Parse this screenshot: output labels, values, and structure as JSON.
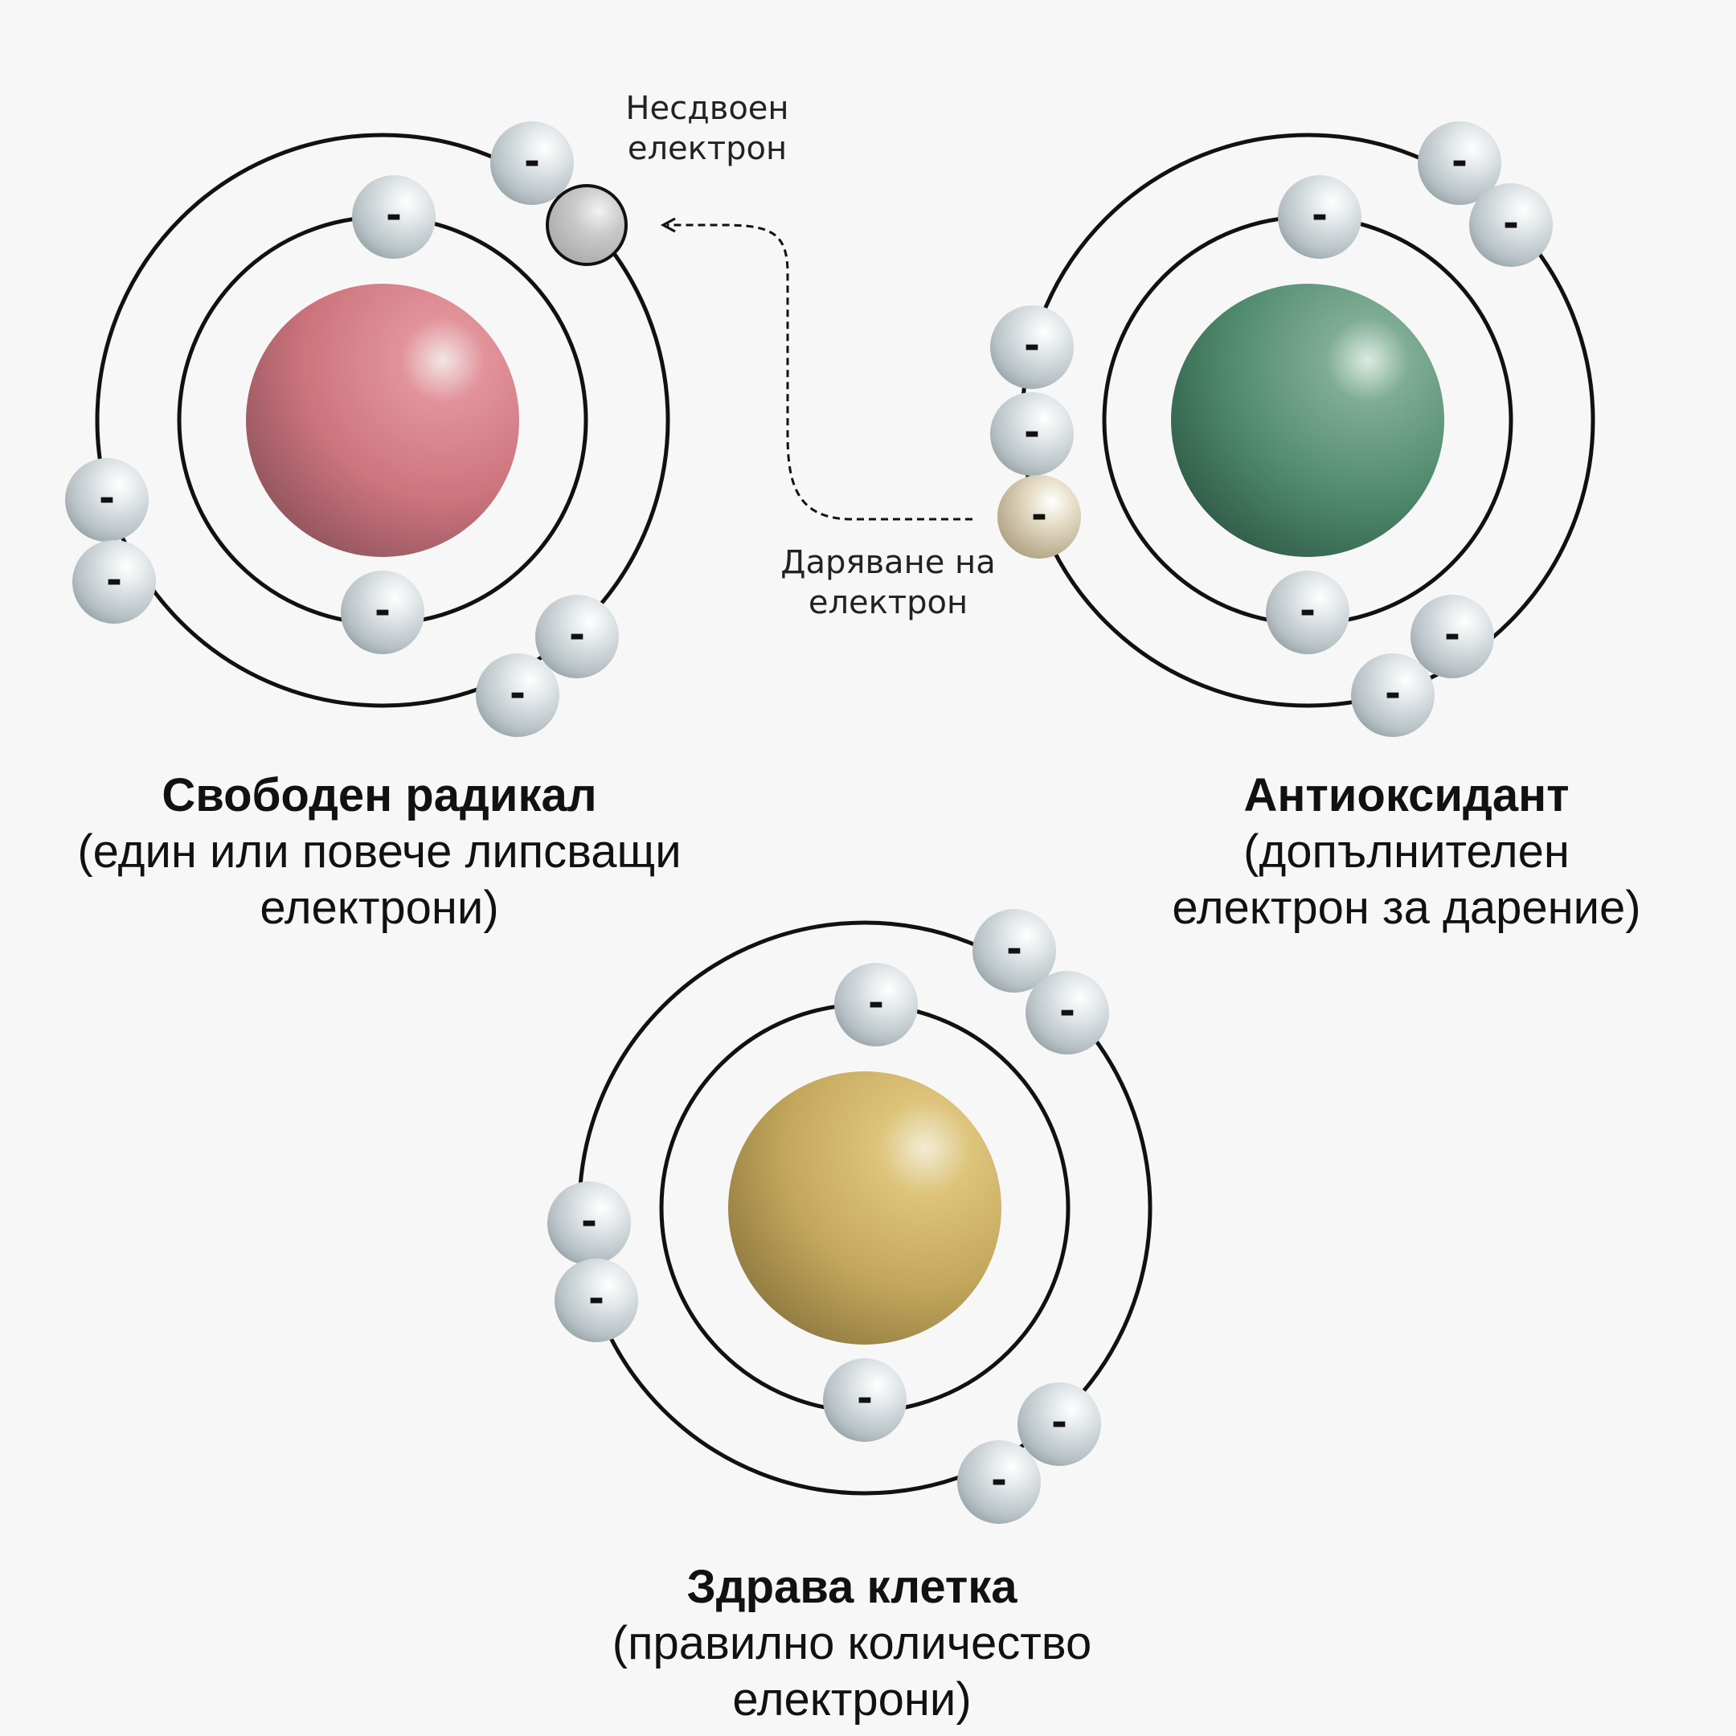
{
  "labels": {
    "unpaired_electron": {
      "line1": "Несдвоен",
      "line2": "електрон"
    },
    "electron_donation": {
      "line1": "Даряване на",
      "line2": "електрон"
    }
  },
  "atoms": {
    "free_radical": {
      "title": "Свободен радикал",
      "subtitle_line1": "(един или повече липсващи",
      "subtitle_line2": "електрони)",
      "nucleus_color": "#d1737d"
    },
    "antioxidant": {
      "title": "Антиоксидант",
      "subtitle_line1": "(допълнителен",
      "subtitle_line2": "електрон за дарение)",
      "nucleus_color": "#4f8a6e"
    },
    "healthy_cell": {
      "title": "Здрава клетка",
      "subtitle_line1": "(правилно количество",
      "subtitle_line2": "електрони)",
      "nucleus_color": "#c9ad5e"
    }
  },
  "electron_sign": "-",
  "colors": {
    "orbit": "#111111",
    "electron": "#c9d2d6",
    "unpaired_electron": "#bdbdbd",
    "donated_electron": "#d9ccb0"
  }
}
